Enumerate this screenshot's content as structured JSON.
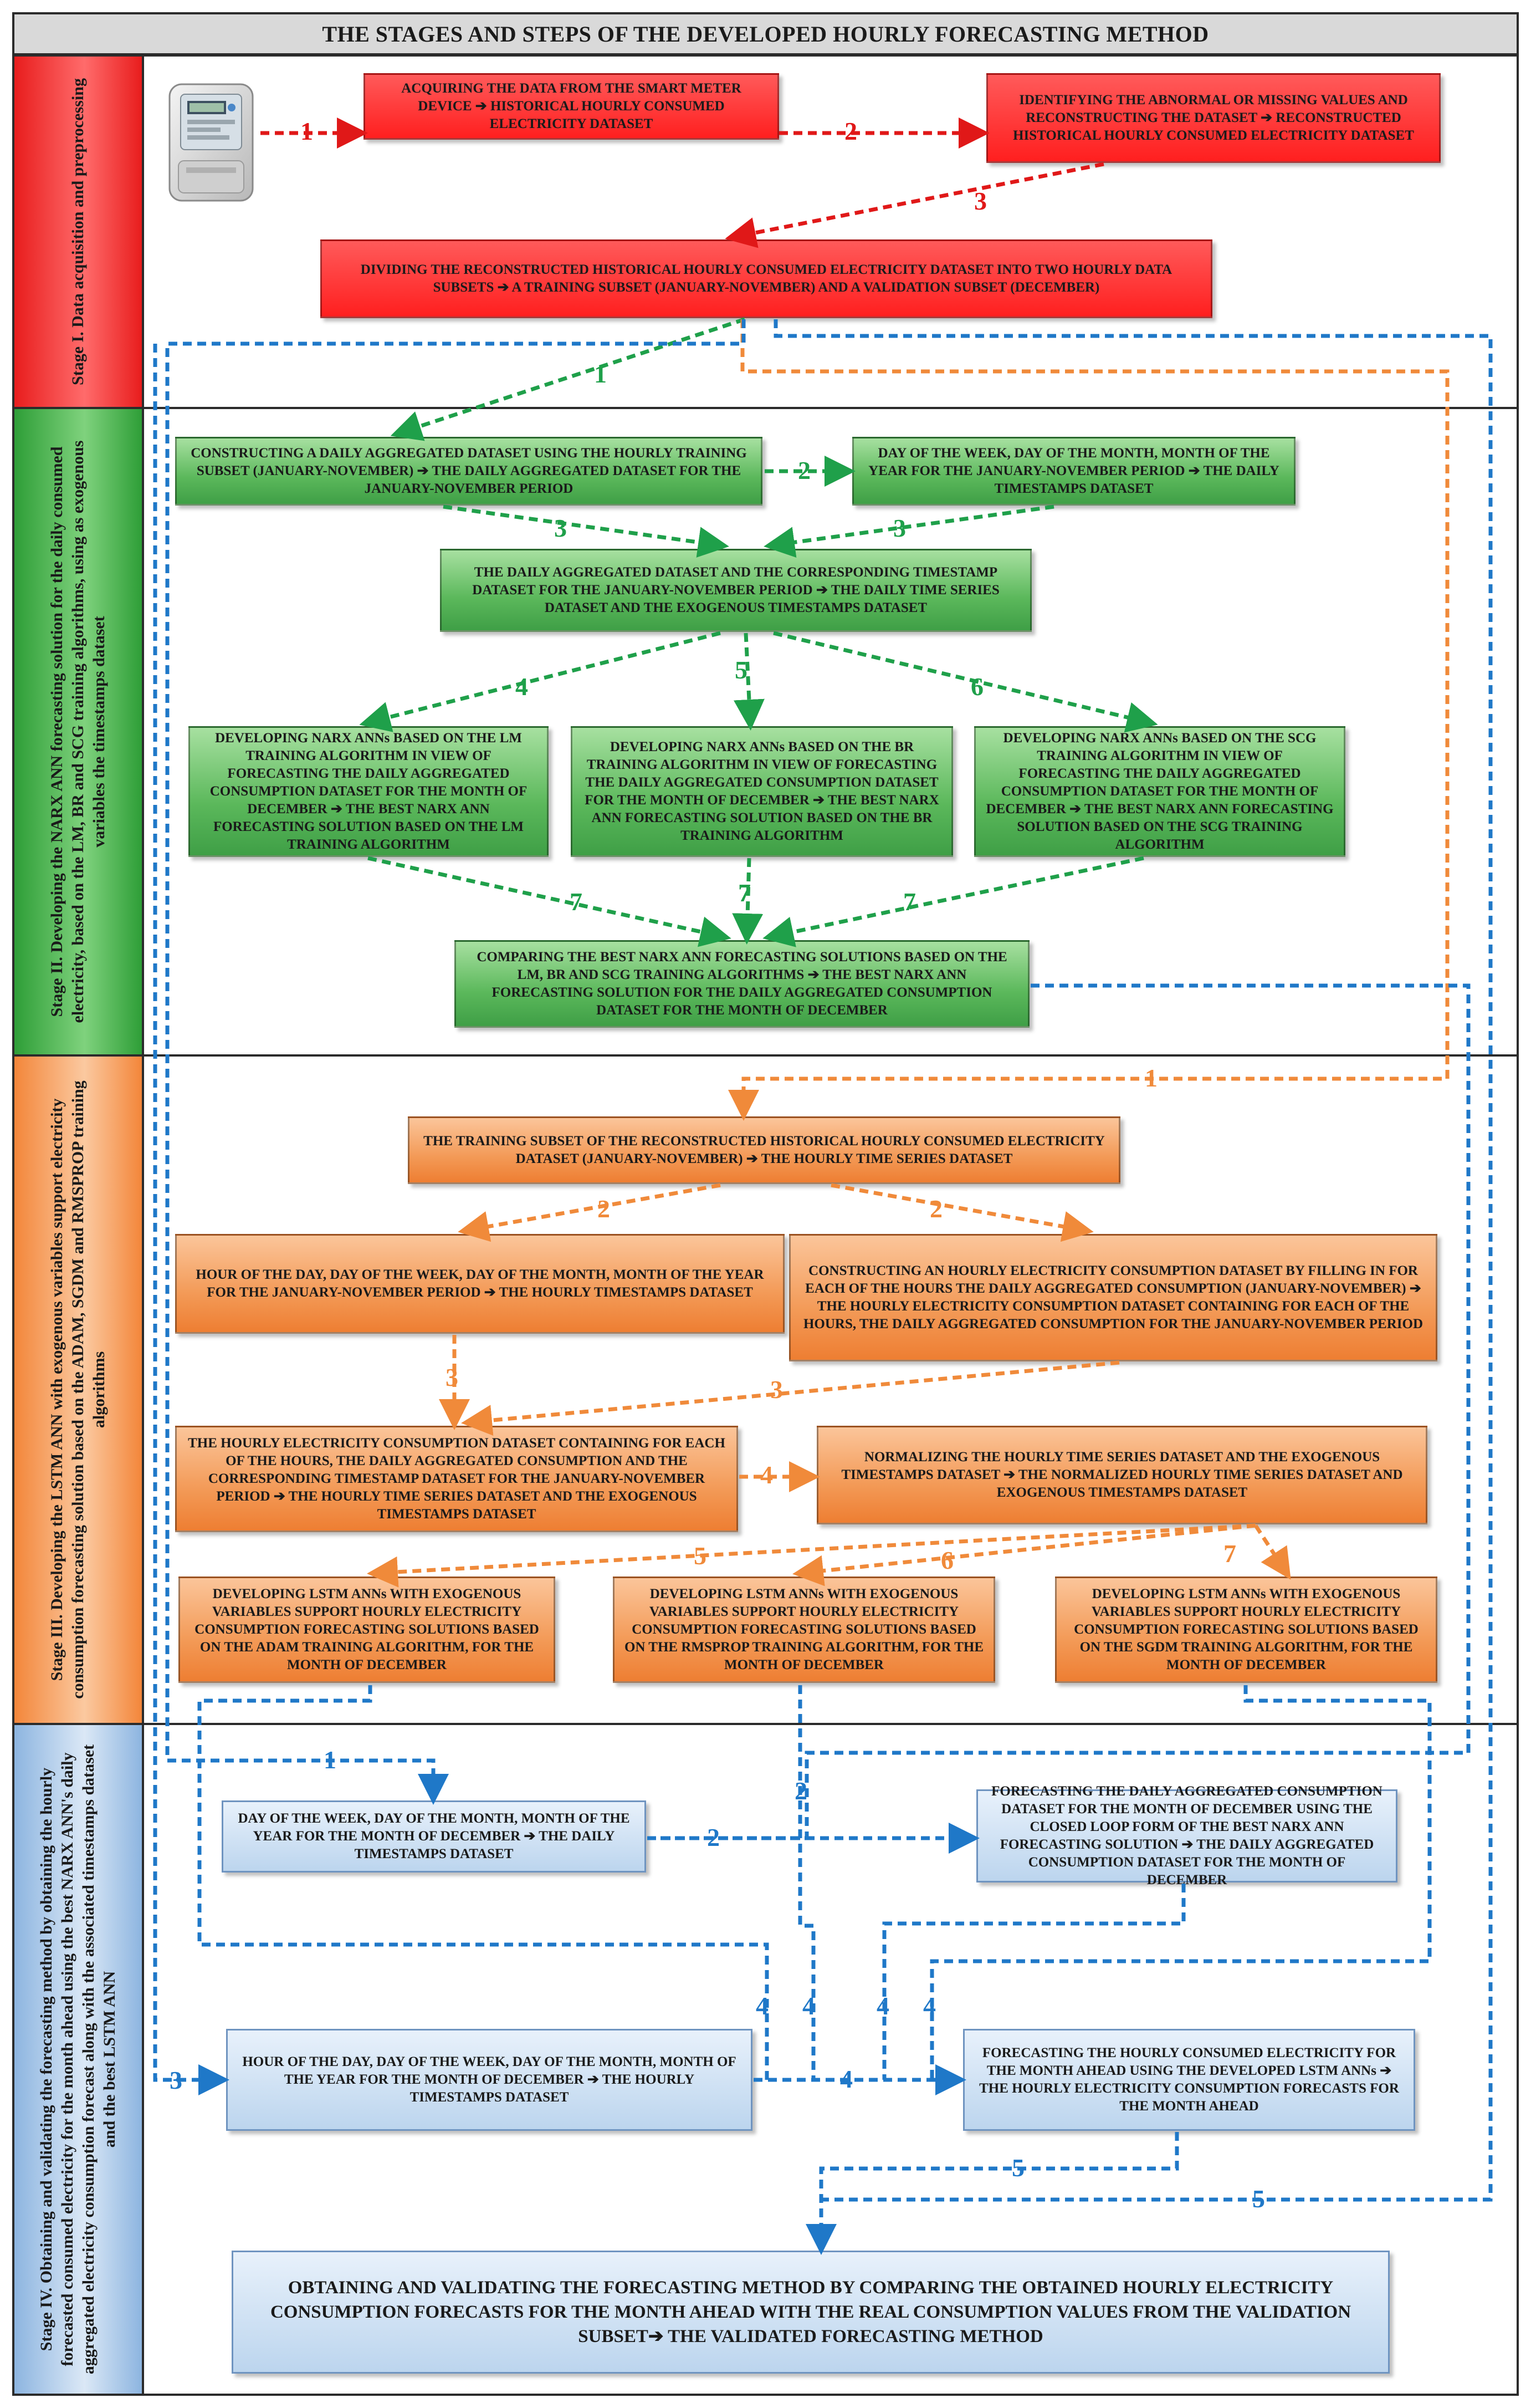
{
  "title": "THE STAGES AND STEPS OF THE DEVELOPED HOURLY FORECASTING METHOD",
  "stages": [
    {
      "label": "Stage I. Data acquisition and preprocessing"
    },
    {
      "label": "Stage II. Developing the NARX ANN forecasting solution for the daily consumed electricity, based on the LM, BR and SCG training algorithms, using as exogenous variables the timestamps dataset"
    },
    {
      "label": "Stage III. Developing the LSTM ANN with exogenous variables support electricity consumption forecasting solution based on the ADAM, SGDM and RMSPROP training algorithms"
    },
    {
      "label": "Stage IV. Obtaining and validating the forecasting method by obtaining the hourly forecasted consumed electricity for the month ahead using the best NARX ANN's daily aggregated electricity consumption forecast along with the associated timestamps dataset and the best LSTM ANN"
    }
  ],
  "boxes": {
    "s1_acquire": "ACQUIRING THE DATA FROM THE SMART METER DEVICE ➔ HISTORICAL HOURLY CONSUMED ELECTRICITY DATASET",
    "s1_identify": "IDENTIFYING THE ABNORMAL OR MISSING VALUES AND RECONSTRUCTING THE DATASET ➔ RECONSTRUCTED HISTORICAL HOURLY CONSUMED ELECTRICITY DATASET",
    "s1_divide": "DIVIDING THE RECONSTRUCTED HISTORICAL HOURLY CONSUMED ELECTRICITY DATASET INTO TWO HOURLY DATA SUBSETS ➔ A TRAINING SUBSET (JANUARY-NOVEMBER) AND A VALIDATION SUBSET (DECEMBER)",
    "s2_daily": "CONSTRUCTING A DAILY AGGREGATED DATASET USING THE HOURLY TRAINING SUBSET (JANUARY-NOVEMBER) ➔ THE DAILY AGGREGATED DATASET FOR THE JANUARY-NOVEMBER PERIOD",
    "s2_timestamps": "DAY OF THE WEEK, DAY OF THE MONTH, MONTH OF THE YEAR FOR THE JANUARY-NOVEMBER PERIOD ➔ THE DAILY TIMESTAMPS DATASET",
    "s2_combined": "THE DAILY AGGREGATED DATASET AND THE CORRESPONDING TIMESTAMP DATASET FOR THE JANUARY-NOVEMBER PERIOD ➔ THE DAILY TIME SERIES DATASET AND THE EXOGENOUS TIMESTAMPS DATASET",
    "s2_lm": "DEVELOPING NARX ANNs BASED ON THE LM TRAINING ALGORITHM IN VIEW OF FORECASTING THE DAILY AGGREGATED CONSUMPTION DATASET FOR THE MONTH OF DECEMBER ➔ THE BEST NARX ANN FORECASTING SOLUTION BASED ON THE LM TRAINING ALGORITHM",
    "s2_br": "DEVELOPING NARX ANNs BASED ON THE BR TRAINING ALGORITHM IN VIEW OF FORECASTING THE DAILY AGGREGATED CONSUMPTION DATASET FOR THE MONTH OF DECEMBER ➔ THE BEST NARX ANN FORECASTING SOLUTION BASED ON THE BR TRAINING ALGORITHM",
    "s2_scg": "DEVELOPING NARX ANNs BASED ON THE SCG TRAINING ALGORITHM IN VIEW OF FORECASTING THE DAILY AGGREGATED CONSUMPTION DATASET FOR THE MONTH OF DECEMBER ➔ THE BEST NARX ANN FORECASTING SOLUTION BASED ON THE SCG TRAINING ALGORITHM",
    "s2_compare": "COMPARING THE BEST NARX ANN FORECASTING SOLUTIONS BASED ON THE LM, BR AND SCG TRAINING ALGORITHMS ➔ THE BEST NARX ANN FORECASTING SOLUTION FOR THE DAILY AGGREGATED CONSUMPTION DATASET FOR THE MONTH OF DECEMBER",
    "s3_training": "THE TRAINING SUBSET OF THE RECONSTRUCTED HISTORICAL HOURLY CONSUMED ELECTRICITY DATASET (JANUARY-NOVEMBER) ➔ THE HOURLY TIME SERIES DATASET",
    "s3_hour_ts": "HOUR OF THE DAY, DAY OF THE WEEK, DAY OF THE MONTH, MONTH OF THE YEAR FOR THE JANUARY-NOVEMBER PERIOD ➔ THE HOURLY TIMESTAMPS DATASET",
    "s3_construct": "CONSTRUCTING AN HOURLY ELECTRICITY CONSUMPTION DATASET BY FILLING IN FOR EACH OF THE HOURS THE DAILY AGGREGATED CONSUMPTION (JANUARY-NOVEMBER) ➔ THE HOURLY ELECTRICITY CONSUMPTION DATASET CONTAINING FOR EACH OF THE HOURS, THE DAILY AGGREGATED CONSUMPTION FOR THE JANUARY-NOVEMBER PERIOD",
    "s3_hourly_ds": "THE HOURLY ELECTRICITY CONSUMPTION DATASET CONTAINING FOR EACH OF THE HOURS, THE DAILY AGGREGATED CONSUMPTION AND THE CORRESPONDING TIMESTAMP DATASET FOR THE JANUARY-NOVEMBER PERIOD ➔ THE HOURLY TIME SERIES DATASET AND THE EXOGENOUS TIMESTAMPS DATASET",
    "s3_normalize": "NORMALIZING THE HOURLY TIME SERIES DATASET AND THE EXOGENOUS TIMESTAMPS DATASET ➔ THE NORMALIZED HOURLY TIME SERIES DATASET AND EXOGENOUS TIMESTAMPS DATASET",
    "s3_adam": "DEVELOPING LSTM ANNs WITH EXOGENOUS VARIABLES SUPPORT HOURLY ELECTRICITY CONSUMPTION FORECASTING SOLUTIONS BASED ON THE ADAM TRAINING ALGORITHM, FOR THE MONTH OF DECEMBER",
    "s3_rmsprop": "DEVELOPING LSTM ANNs WITH EXOGENOUS VARIABLES SUPPORT HOURLY ELECTRICITY CONSUMPTION FORECASTING SOLUTIONS BASED ON THE RMSPROP TRAINING ALGORITHM, FOR THE MONTH OF DECEMBER",
    "s3_sgdm": "DEVELOPING LSTM ANNs WITH EXOGENOUS VARIABLES SUPPORT HOURLY ELECTRICITY CONSUMPTION FORECASTING SOLUTIONS BASED ON THE SGDM TRAINING ALGORITHM, FOR THE MONTH OF DECEMBER",
    "s4_daily_ts": "DAY OF THE WEEK, DAY OF THE MONTH, MONTH OF THE YEAR FOR THE MONTH OF DECEMBER ➔ THE DAILY TIMESTAMPS DATASET",
    "s4_forecast_daily": "FORECASTING THE DAILY AGGREGATED CONSUMPTION DATASET FOR THE MONTH OF DECEMBER USING THE CLOSED LOOP FORM OF THE BEST NARX ANN FORECASTING SOLUTION ➔ THE DAILY AGGREGATED CONSUMPTION DATASET FOR THE MONTH OF DECEMBER",
    "s4_hourly_ts": "HOUR OF THE DAY, DAY OF THE WEEK, DAY OF THE MONTH, MONTH OF THE YEAR FOR THE MONTH OF DECEMBER ➔ THE HOURLY TIMESTAMPS DATASET",
    "s4_forecast_hourly": "FORECASTING THE HOURLY CONSUMED ELECTRICITY FOR THE MONTH AHEAD USING THE DEVELOPED LSTM ANNs ➔ THE HOURLY ELECTRICITY CONSUMPTION FORECASTS FOR THE MONTH AHEAD",
    "s4_final": "OBTAINING AND VALIDATING THE FORECASTING METHOD BY COMPARING THE OBTAINED HOURLY ELECTRICITY CONSUMPTION FORECASTS FOR THE MONTH AHEAD WITH THE REAL CONSUMPTION VALUES FROM THE VALIDATION SUBSET➔ THE VALIDATED FORECASTING METHOD"
  },
  "step_labels": {
    "s1": [
      "1",
      "2",
      "3"
    ],
    "s2": [
      "1",
      "2",
      "3",
      "3",
      "4",
      "5",
      "6",
      "7",
      "7",
      "7"
    ],
    "s3": [
      "1",
      "2",
      "2",
      "3",
      "3",
      "4",
      "5",
      "6",
      "7"
    ],
    "s4": [
      "1",
      "2",
      "2",
      "3",
      "4",
      "4",
      "4",
      "4",
      "4",
      "5",
      "5"
    ]
  },
  "colors": {
    "stage1": "#e81d1d",
    "stage2": "#2e9e37",
    "stage3": "#f3863a",
    "stage4": "#1f6fb8",
    "arrow_red": "#e01818",
    "arrow_green": "#1fa04a",
    "arrow_orange": "#f08a3a",
    "arrow_blue": "#1f78c8"
  },
  "icons": [
    "smart-meter-icon"
  ]
}
